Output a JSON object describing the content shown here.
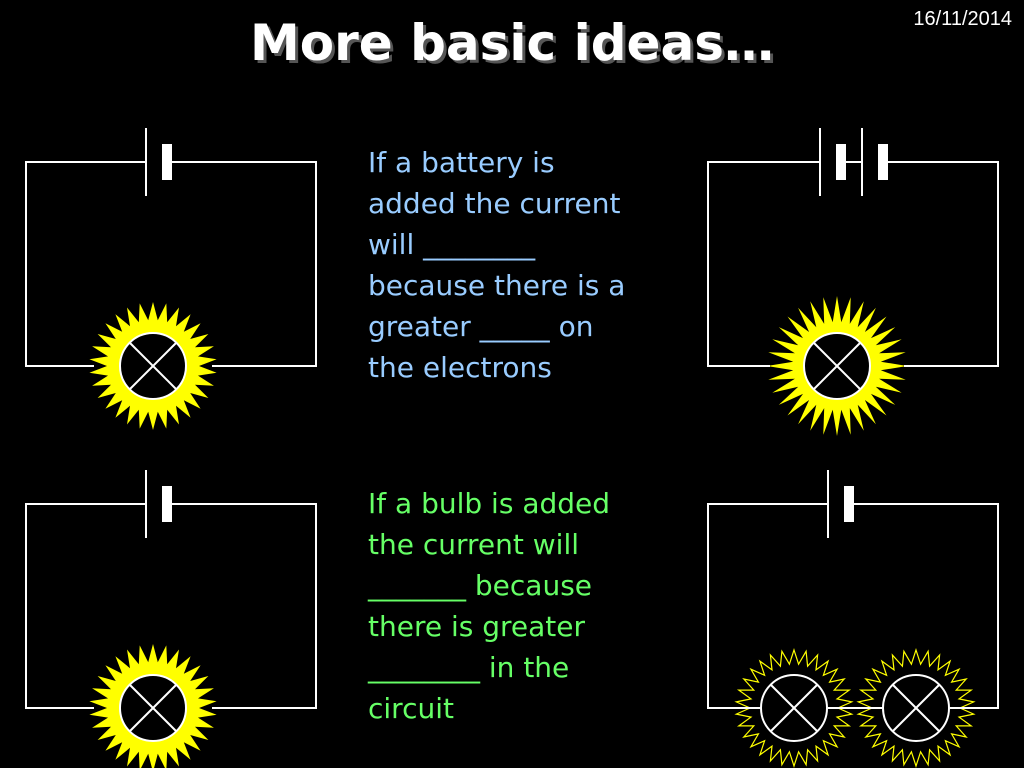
{
  "slide": {
    "title": "More basic ideas…",
    "date": "16/11/2014"
  },
  "text_battery": {
    "lines": [
      "If a battery is",
      "added the current",
      "will ________",
      "because there is a",
      "greater _____ on",
      "the electrons"
    ]
  },
  "text_bulb": {
    "lines": [
      "If a bulb is added",
      "the current will",
      "_______ because",
      "there is greater",
      "________ in the",
      "circuit"
    ]
  },
  "colors": {
    "background": "#000000",
    "wire": "#ffffff",
    "glow": "#ffff00",
    "text_battery": "#99ccff",
    "text_bulb": "#66ff66"
  }
}
